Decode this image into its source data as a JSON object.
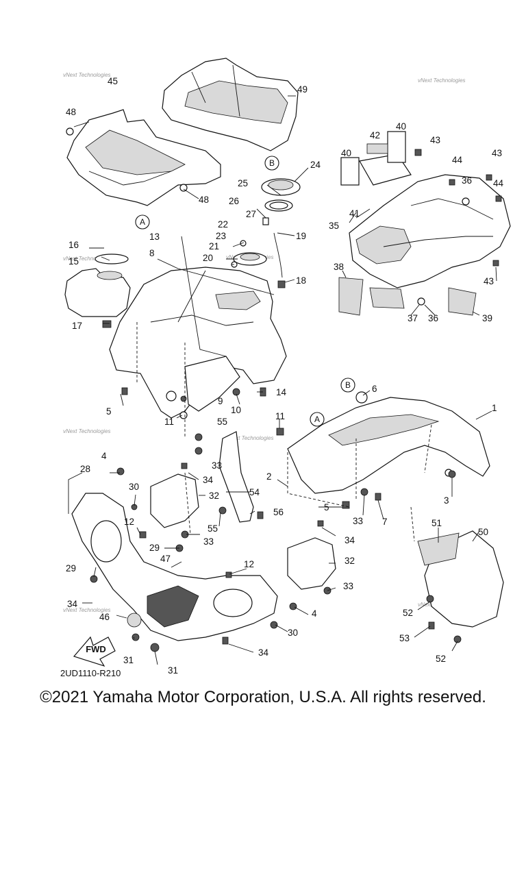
{
  "diagram": {
    "drawing_code": "2UD1110-R210",
    "fwd_label": "FWD",
    "watermark": "vNext Technologies",
    "callouts": [
      {
        "id": "A",
        "label": "A"
      },
      {
        "id": "B",
        "label": "B"
      }
    ],
    "part_numbers": [
      "1",
      "2",
      "3",
      "4",
      "5",
      "6",
      "7",
      "8",
      "9",
      "10",
      "11",
      "12",
      "13",
      "14",
      "15",
      "16",
      "17",
      "18",
      "19",
      "20",
      "21",
      "22",
      "23",
      "24",
      "25",
      "26",
      "27",
      "28",
      "29",
      "30",
      "31",
      "32",
      "33",
      "34",
      "35",
      "36",
      "37",
      "38",
      "39",
      "40",
      "41",
      "42",
      "43",
      "44",
      "45",
      "46",
      "47",
      "48",
      "49",
      "50",
      "51",
      "52",
      "53",
      "54",
      "55",
      "56"
    ]
  },
  "footer": {
    "copyright": "©2021 Yamaha Motor Corporation, U.S.A. All rights reserved."
  }
}
